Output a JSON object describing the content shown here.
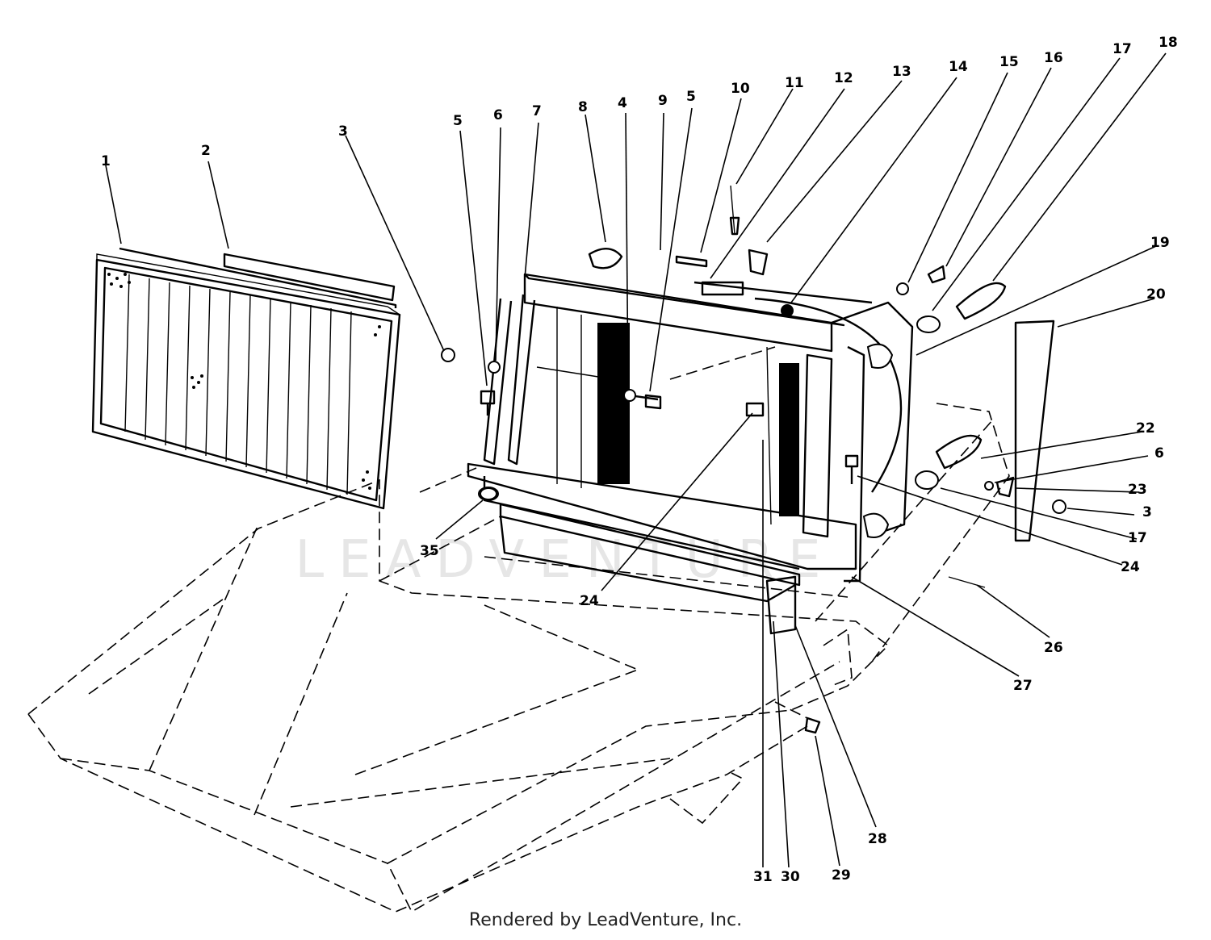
{
  "watermark": "LEADVENTURE",
  "credit": "Rendered by LeadVenture, Inc.",
  "callouts": [
    "1",
    "2",
    "3",
    "5",
    "6",
    "7",
    "8",
    "4",
    "9",
    "5",
    "10",
    "11",
    "12",
    "13",
    "14",
    "15",
    "16",
    "17",
    "18",
    "19",
    "20",
    "22",
    "6",
    "23",
    "3",
    "17",
    "24",
    "35",
    "24",
    "26",
    "27",
    "28",
    "31",
    "30",
    "29"
  ]
}
